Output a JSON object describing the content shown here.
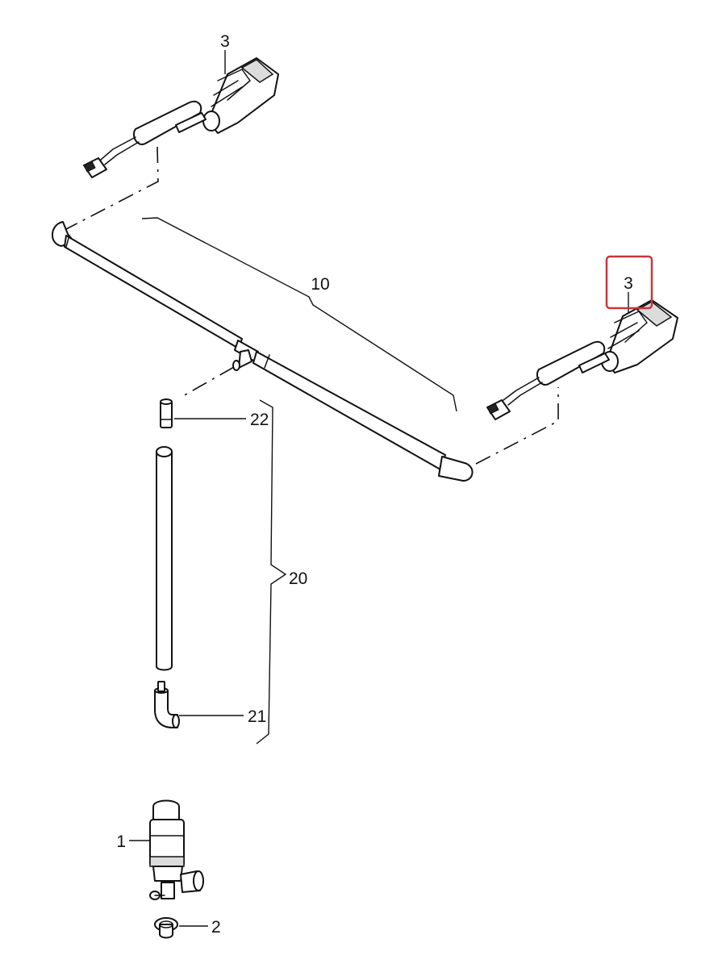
{
  "labels": {
    "nozzle_top": "3",
    "nozzle_right": "3",
    "hose_assembly": "10",
    "connector": "22",
    "hose_set": "20",
    "elbow": "21",
    "pump": "1",
    "grommet": "2"
  },
  "highlight": {
    "target": "nozzle_right",
    "color": "#c7373d"
  }
}
